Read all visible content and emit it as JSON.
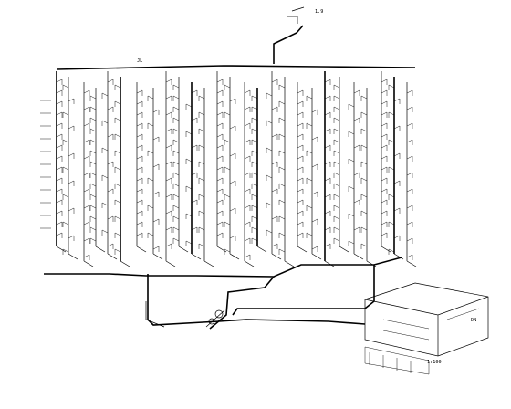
{
  "drawing": {
    "kind": "water supply isometric system diagram",
    "scale_note": "1:100"
  },
  "labels": {
    "top_dim": "1.9",
    "note_a": "DN",
    "note_b": "JL"
  },
  "colors": {
    "line": "#000000",
    "background": "#ffffff"
  }
}
